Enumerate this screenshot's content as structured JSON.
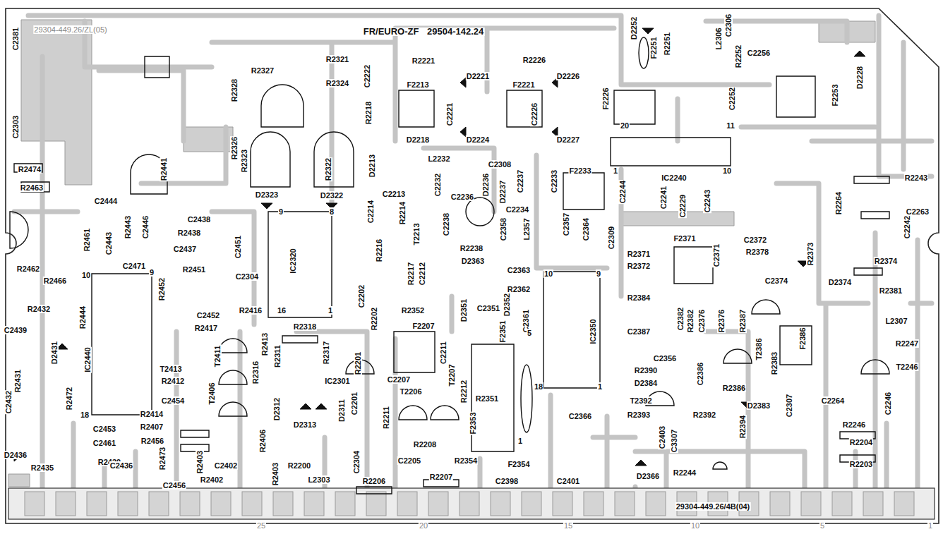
{
  "diagram": {
    "title": "FR/EURO-ZF 29504-142.24",
    "labels": [
      "29304-449.26/ZL(05)",
      "C2381",
      "C2303",
      "R2474",
      "R2463",
      "R2441",
      "C2444",
      "C2438",
      "C2446",
      "R2443",
      "R2438",
      "R2461",
      "C2443",
      "C2451",
      "C2437",
      "C2471",
      "R2451",
      "R2462",
      "10",
      "9",
      "R2466",
      "R2452",
      "R2432",
      "R2444",
      "C2452",
      "R2417",
      "C2439",
      "D2431",
      "IC2440",
      "T2413",
      "R2412",
      "R2431",
      "C2432",
      "R2472",
      "C2454",
      "18",
      "R2414",
      "R2407",
      "C2453",
      "R2456",
      "C2461",
      "D2436",
      "R2439",
      "R2473",
      "R2403",
      "C2402",
      "R2435",
      "C2436",
      "C2456",
      "R2402",
      "T2411",
      "T2406",
      "R2413",
      "R2311",
      "R2316",
      "D2312",
      "R2406",
      "R2403",
      "R2200",
      "L2303",
      "C2304",
      "R2416",
      "D2323",
      "R2326",
      "R2323",
      "R2328",
      "R2327",
      "R2321",
      "R2324",
      "C2222",
      "R2322",
      "D2322",
      "9",
      "8",
      "IC2320",
      "16",
      "1",
      "R2318",
      "R2317",
      "R2201",
      "IC2301",
      "C2201",
      "D2311",
      "D2313",
      "R2202",
      "R2216",
      "C2202",
      "C2214",
      "D2213",
      "R2218",
      "R2221",
      "F2213",
      "C2221",
      "D2221",
      "D2218",
      "D2224",
      "L2232",
      "C2213",
      "R2214",
      "T2213",
      "C2232",
      "C2308",
      "D2236",
      "D2237",
      "C2236",
      "C2238",
      "R2238",
      "R2217",
      "C2212",
      "D2363",
      "C2358",
      "C2234",
      "L2357",
      "C2357",
      "C2364",
      "C2363",
      "R2362",
      "D2351",
      "C2351",
      "D2352",
      "R2352",
      "F2207",
      "C2361",
      "F2351",
      "C2211",
      "C2207",
      "T2206",
      "T2207",
      "R2212",
      "R2211",
      "R2208",
      "R2351",
      "F2353",
      "C2205",
      "R2354",
      "F2354",
      "R2206",
      "R2207",
      "C2398",
      "C2401",
      "C2304",
      "5",
      "18",
      "1",
      "C2366",
      "IC2350",
      "10",
      "9",
      "1",
      "R2226",
      "F2221",
      "C2226",
      "D2226",
      "F2226",
      "D2227",
      "C2237",
      "C2233",
      "F2233",
      "C2244",
      "C2309",
      "D2252",
      "F2251",
      "R2251",
      "L2306",
      "C2306",
      "R2252",
      "C2256",
      "C2252",
      "F2253",
      "D2228",
      "20",
      "11",
      "1",
      "IC2240",
      "10",
      "C2241",
      "C2229",
      "C2243",
      "R2243",
      "R2264",
      "C2263",
      "C2242",
      "R2374",
      "R2381",
      "C2372",
      "R2378",
      "R2373",
      "C2371",
      "F2371",
      "R2371",
      "R2372",
      "R2384",
      "C2374",
      "D2374",
      "C2387",
      "C2382",
      "R2382",
      "C2376",
      "R2376",
      "R2387",
      "C2356",
      "R2390",
      "D2384",
      "C2386",
      "R2386",
      "T2386",
      "R2383",
      "F2386",
      "L2307",
      "R2247",
      "T2246",
      "D2383",
      "C2307",
      "C2264",
      "C2246",
      "R2246",
      "R2204",
      "R2203",
      "T2392",
      "R2393",
      "C2403",
      "C3307",
      "R2392",
      "R2394",
      "D2366",
      "R2244",
      "29304-449.26/4B(04)",
      "25",
      "20",
      "15",
      "10",
      "5",
      "1"
    ]
  }
}
